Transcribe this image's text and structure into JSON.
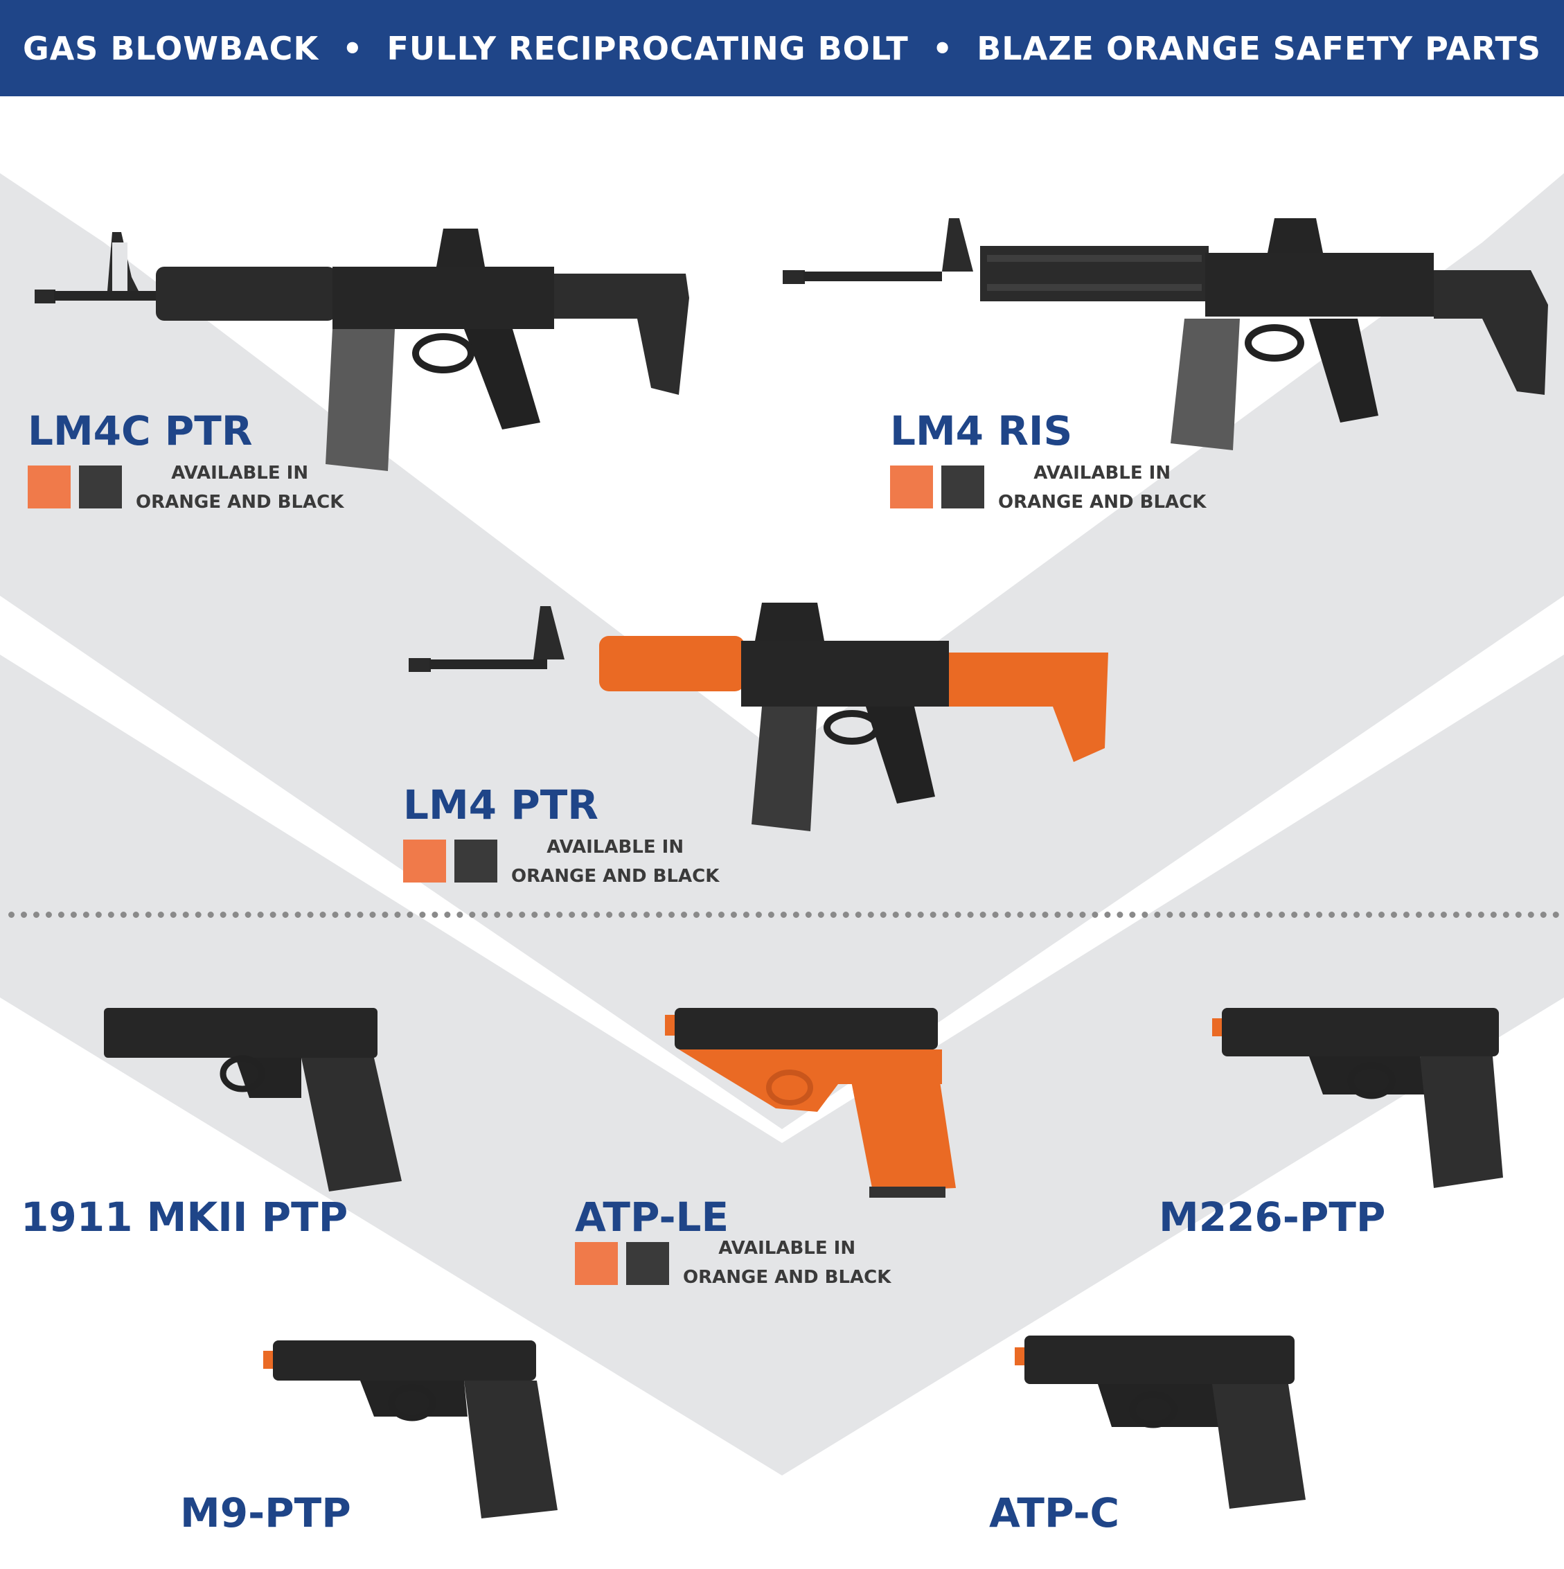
{
  "banner": {
    "item1": "GAS BLOWBACK",
    "item2": "FULLY RECIPROCATING BOLT",
    "item3": "BLAZE ORANGE SAFETY PARTS",
    "separator": "•"
  },
  "colors": {
    "brand_blue": "#1f4588",
    "swatch_orange": "#f07a4a",
    "swatch_black": "#3a3a3a",
    "background_chevron": "#e4e5e7",
    "safety_orange": "#ea6a24"
  },
  "rifles": [
    {
      "name": "LM4C PTR",
      "availability_line1": "AVAILABLE IN",
      "availability_line2": "ORANGE AND BLACK",
      "icon": "rifle-lm4c-image"
    },
    {
      "name": "LM4 RIS",
      "availability_line1": "AVAILABLE IN",
      "availability_line2": "ORANGE AND BLACK",
      "icon": "rifle-lm4-ris-image"
    },
    {
      "name": "LM4 PTR",
      "availability_line1": "AVAILABLE IN",
      "availability_line2": "ORANGE AND BLACK",
      "icon": "rifle-lm4-ptr-orange-image"
    }
  ],
  "pistols": [
    {
      "name": "1911 MKII PTP",
      "icon": "pistol-1911-image"
    },
    {
      "name": "ATP-LE",
      "availability_line1": "AVAILABLE IN",
      "availability_line2": "ORANGE AND BLACK",
      "icon": "pistol-atp-le-orange-image"
    },
    {
      "name": "M226-PTP",
      "icon": "pistol-m226-image"
    },
    {
      "name": "M9-PTP",
      "icon": "pistol-m9-image"
    },
    {
      "name": "ATP-C",
      "icon": "pistol-atp-c-image"
    }
  ]
}
